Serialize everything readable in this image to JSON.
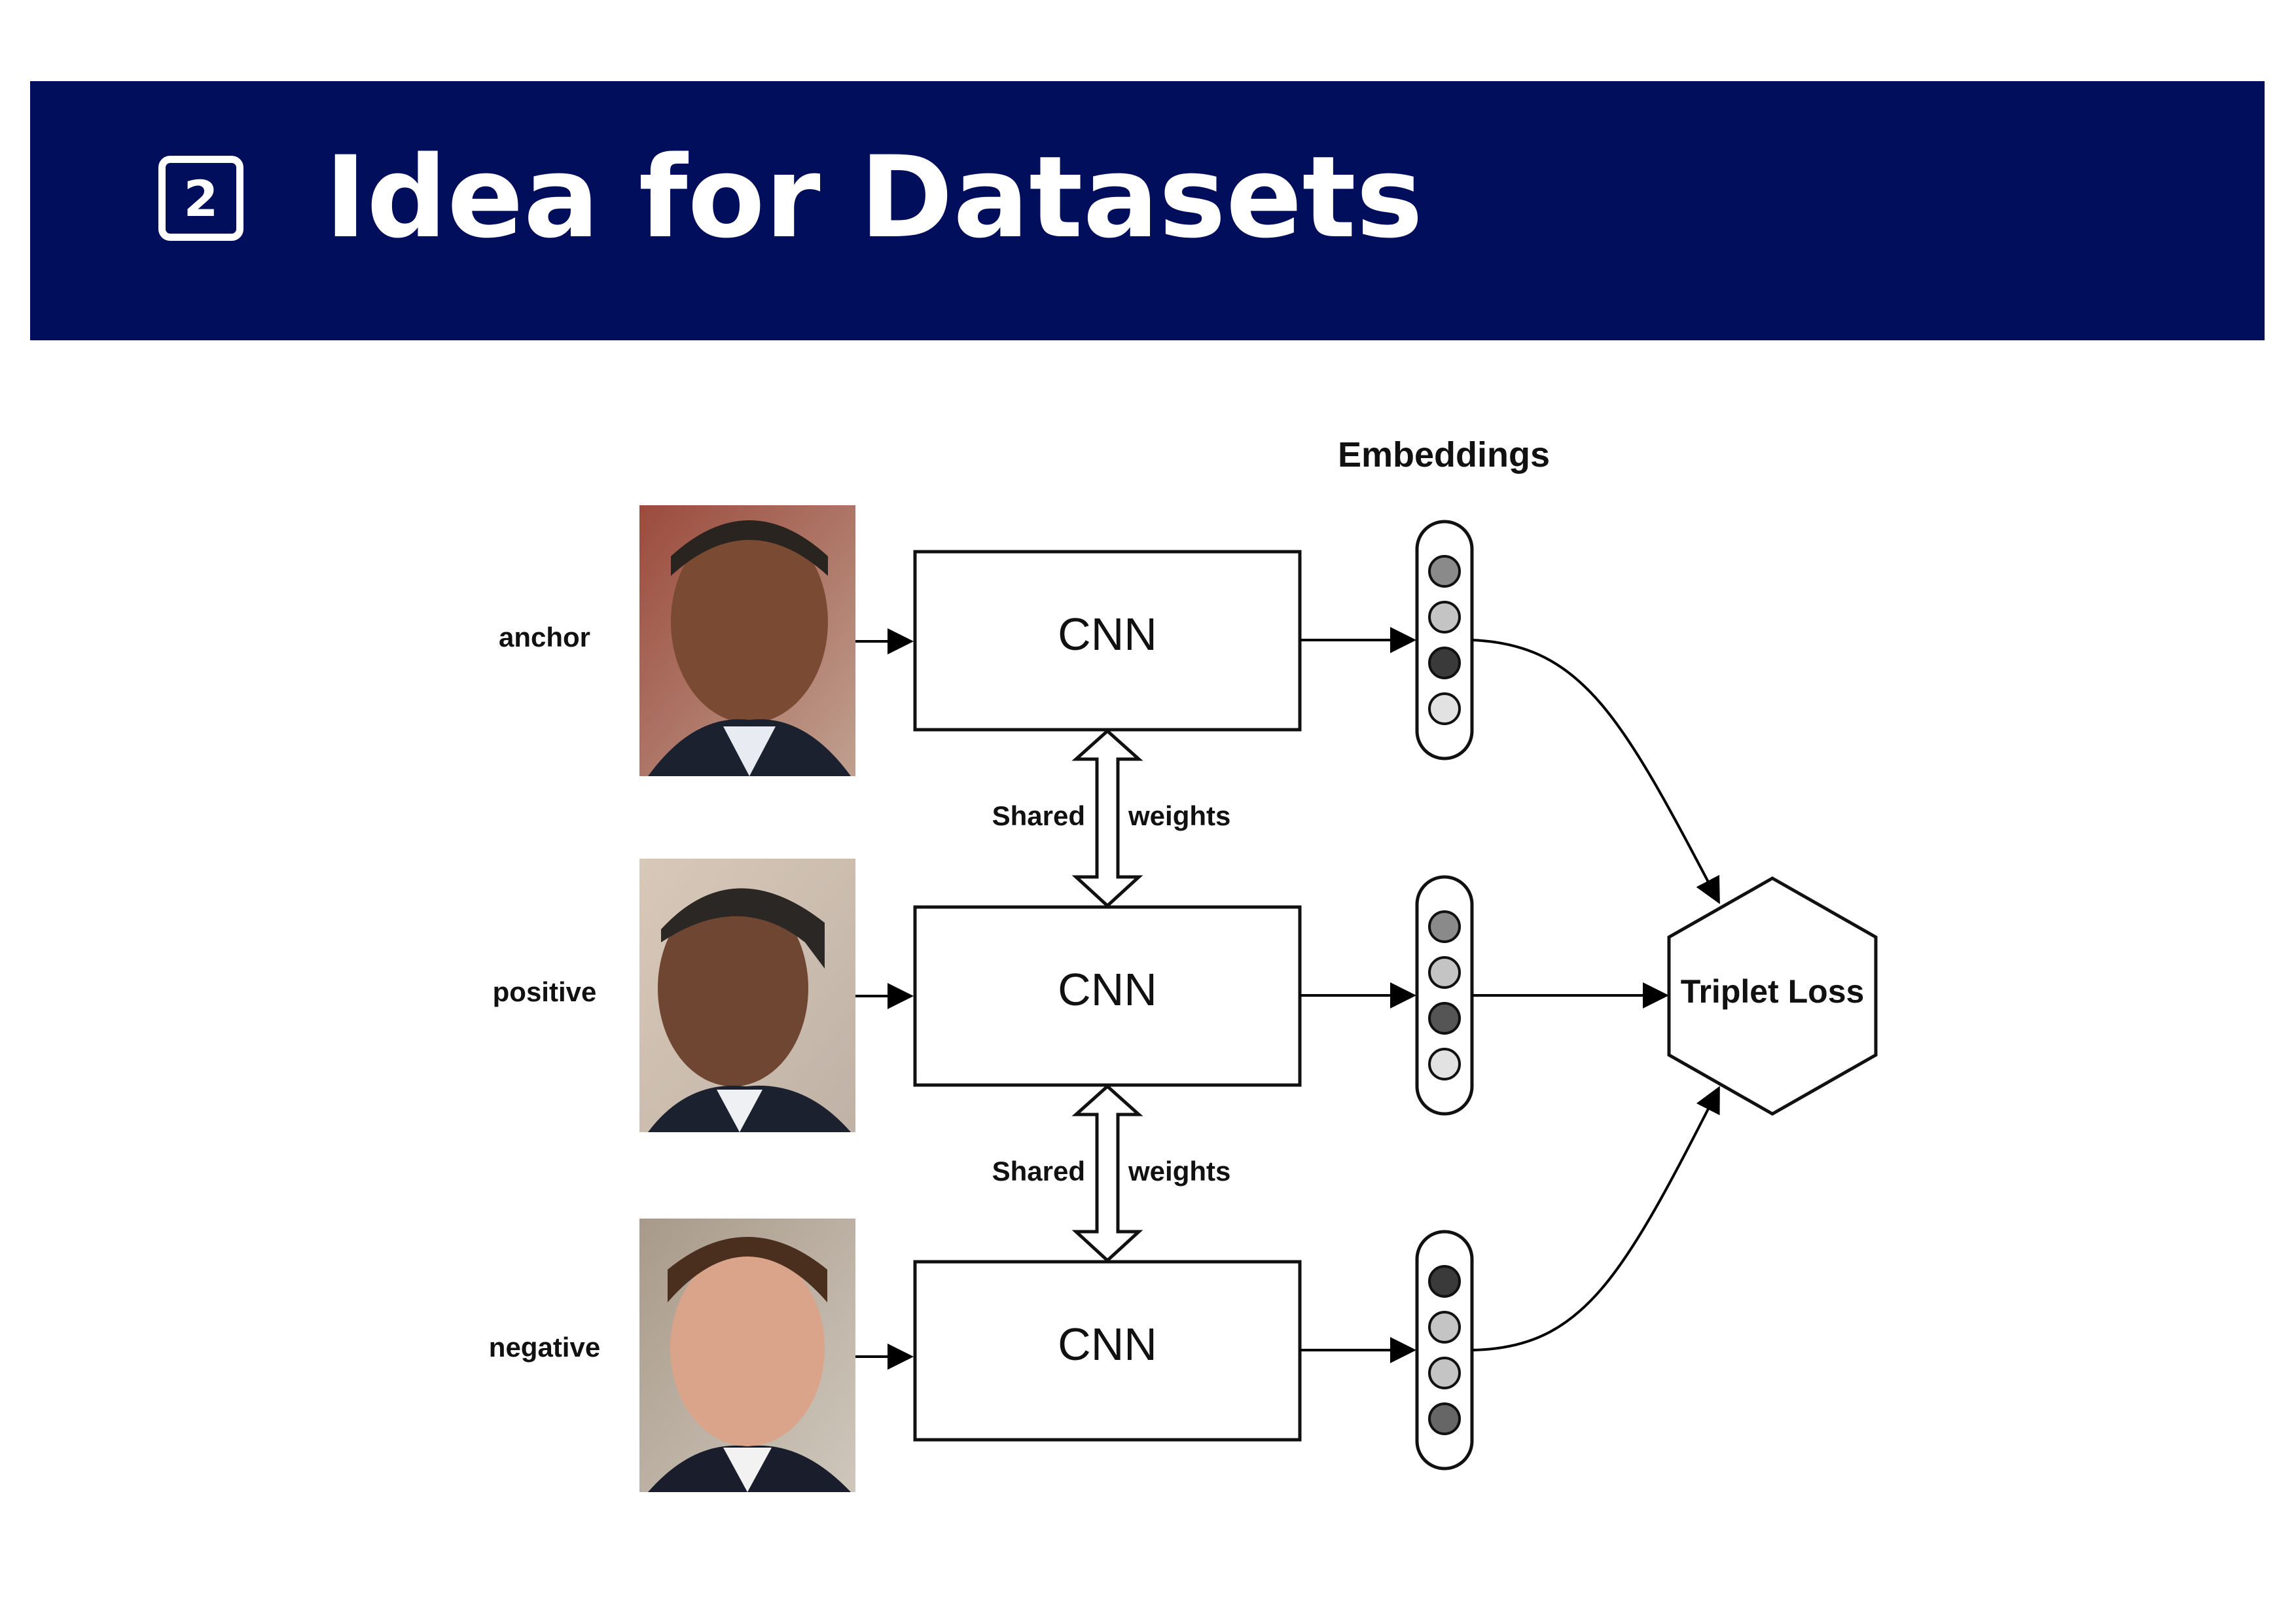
{
  "header": {
    "section_number": "2",
    "title": "Idea for Datasets"
  },
  "diagram": {
    "embeddings_label": "Embeddings",
    "rows": [
      {
        "label": "anchor",
        "block": "CNN"
      },
      {
        "label": "positive",
        "block": "CNN"
      },
      {
        "label": "negative",
        "block": "CNN"
      }
    ],
    "shared": [
      {
        "left": "Shared",
        "right": "weights"
      },
      {
        "left": "Shared",
        "right": "weights"
      }
    ],
    "loss_label": "Triplet Loss",
    "embedding_dot_colors": [
      [
        "#8a8a8a",
        "#c4c4c4",
        "#3a3a3a",
        "#e2e2e2"
      ],
      [
        "#8a8a8a",
        "#c4c4c4",
        "#555555",
        "#e2e2e2"
      ],
      [
        "#3a3a3a",
        "#c4c4c4",
        "#c4c4c4",
        "#666666"
      ]
    ]
  }
}
